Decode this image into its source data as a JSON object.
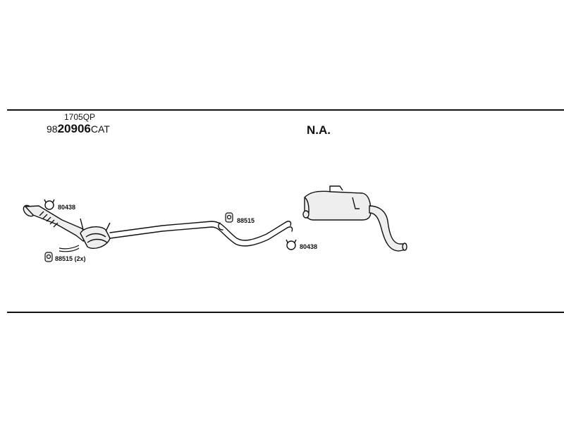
{
  "header": {
    "part_small": "1705QP",
    "part_main_prefix": "98",
    "part_main_number": "20906",
    "part_main_suffix": "CAT",
    "not_available": "N.A."
  },
  "callouts": [
    {
      "id": "clamp-a",
      "icon": "clamp-ring-icon",
      "label": "80438"
    },
    {
      "id": "mount-b",
      "icon": "rubber-mount-icon",
      "label": "88515 (2x)"
    },
    {
      "id": "mount-c",
      "icon": "rubber-mount-icon",
      "label": "88515"
    },
    {
      "id": "clamp-d",
      "icon": "clamp-ring-icon",
      "label": "80438"
    }
  ],
  "colors": {
    "line": "#111111",
    "fill": "#eeeeee",
    "background": "#ffffff"
  }
}
